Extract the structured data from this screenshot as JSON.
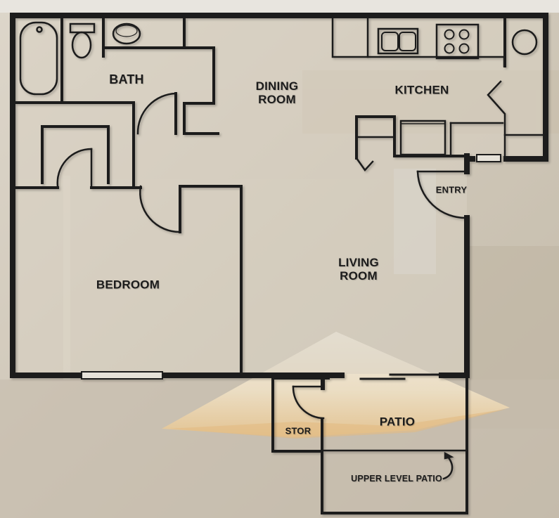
{
  "floor_plan": {
    "colors": {
      "wall": "#1e1e1e",
      "floor": "#d8d0c2",
      "background": "#cbc2b2",
      "photo_sky": "#e9e6e0",
      "umbrella_light": "#f1e8d6",
      "umbrella_tan": "#e8c896"
    },
    "rooms": {
      "bath": "BATH",
      "dining_room": "DINING\nROOM",
      "kitchen": "KITCHEN",
      "entry": "ENTRY",
      "living_room": "LIVING\nROOM",
      "bedroom": "BEDROOM",
      "patio": "PATIO",
      "storage": "STOR",
      "upper_level_patio": "UPPER LEVEL PATIO"
    },
    "fixtures": [
      "bathtub",
      "toilet",
      "sink",
      "closet",
      "kitchen-counter",
      "double-sink",
      "stove-4-burner",
      "water-heater",
      "refrigerator",
      "dishwasher",
      "pantry",
      "window-bedroom",
      "window-kitchen",
      "sliding-door-patio",
      "entry-door"
    ]
  }
}
